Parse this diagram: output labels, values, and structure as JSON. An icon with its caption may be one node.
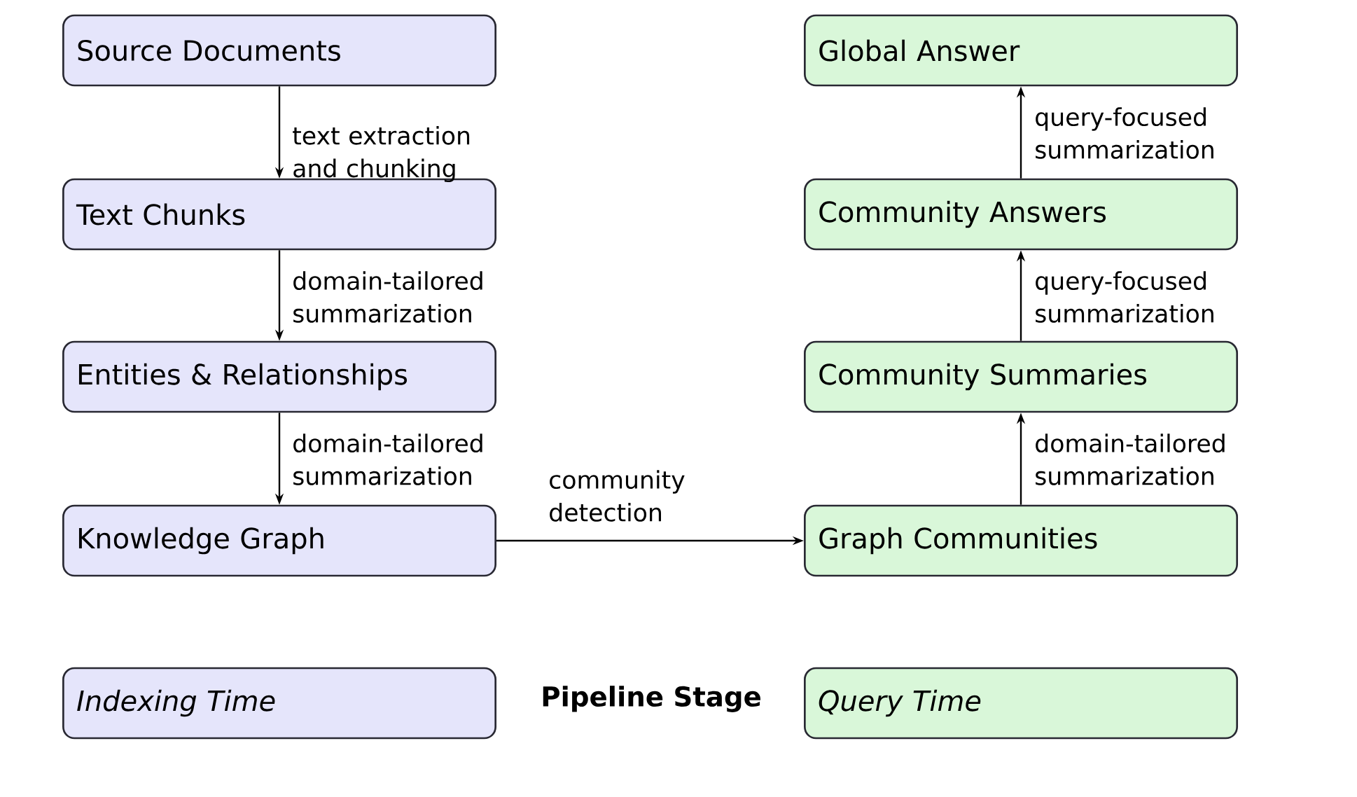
{
  "diagram": {
    "nodes": [
      {
        "text": [
          "Source Documents"
        ]
      },
      {
        "text": [
          "Text Chunks"
        ]
      },
      {
        "text": [
          "Entities & Relationships"
        ]
      },
      {
        "text": [
          "Knowledge Graph"
        ]
      },
      {
        "text": [
          "Graph Communities"
        ]
      },
      {
        "text": [
          "Community Summaries"
        ]
      },
      {
        "text": [
          "Community Answers"
        ]
      },
      {
        "text": [
          "Global Answer"
        ]
      },
      {
        "text": [
          "Indexing Time"
        ]
      },
      {
        "text": [
          "Query Time"
        ]
      }
    ],
    "edges": [
      {
        "from": 0,
        "to": 1,
        "arrow": "to",
        "label": "text extraction and chunking"
      },
      {
        "from": 1,
        "to": 2,
        "arrow": "to",
        "label": "domain-tailored summarization"
      },
      {
        "from": 2,
        "to": 3,
        "arrow": "to",
        "label": "domain-tailored summarization"
      },
      {
        "from": 3,
        "to": 4,
        "arrow": "to",
        "label": "community detection"
      },
      {
        "from": 4,
        "to": 5,
        "arrow": "to",
        "label": "domain-tailored summarization"
      },
      {
        "from": 5,
        "to": 6,
        "arrow": "to",
        "label": "query-focused summarization"
      },
      {
        "from": 6,
        "to": 7,
        "arrow": "to",
        "label": "query-focused summarization"
      }
    ],
    "labels": [
      "Pipeline Stage"
    ]
  }
}
